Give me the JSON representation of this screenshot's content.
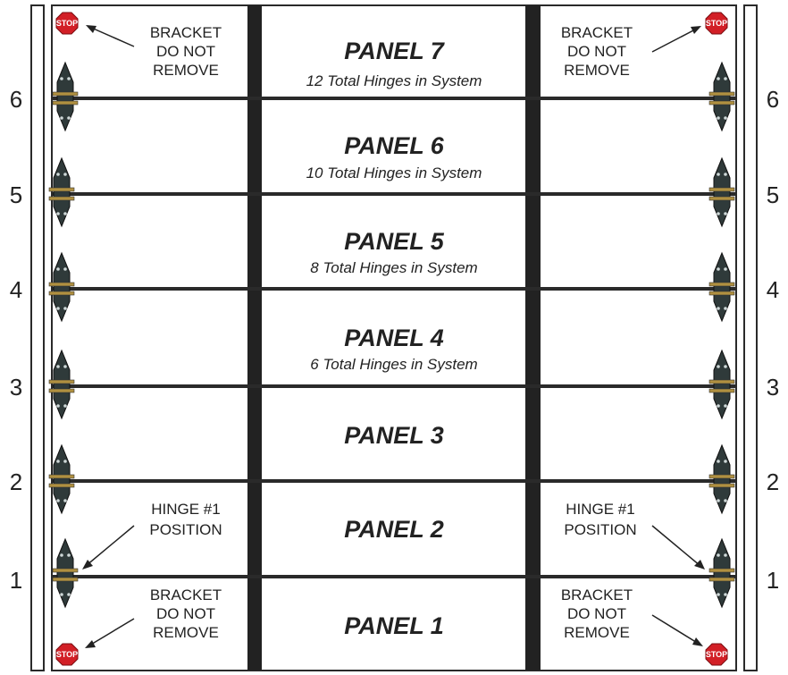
{
  "panels": [
    {
      "title": "PANEL 7",
      "subtitle": "12 Total Hinges in System"
    },
    {
      "title": "PANEL 6",
      "subtitle": "10 Total Hinges in System"
    },
    {
      "title": "PANEL 5",
      "subtitle": "8 Total Hinges in System"
    },
    {
      "title": "PANEL 4",
      "subtitle": "6 Total Hinges in System"
    },
    {
      "title": "PANEL 3",
      "subtitle": ""
    },
    {
      "title": "PANEL 2",
      "subtitle": ""
    },
    {
      "title": "PANEL 1",
      "subtitle": ""
    }
  ],
  "hinge_numbers": [
    "6",
    "5",
    "4",
    "3",
    "2",
    "1"
  ],
  "notes": {
    "bracket": [
      "BRACKET",
      "DO NOT",
      "REMOVE"
    ],
    "hinge1": [
      "HINGE #1",
      "POSITION"
    ]
  },
  "stop_label": "STOP",
  "colors": {
    "stop_red": "#d21f26",
    "hinge_dark": "#2f3a3a",
    "hinge_brass": "#b09040"
  }
}
